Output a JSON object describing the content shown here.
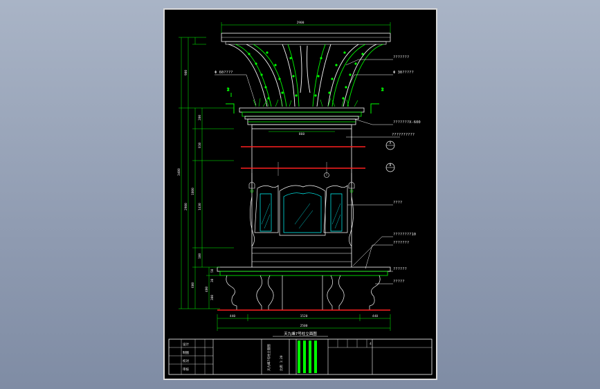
{
  "drawing": {
    "title": "天九峰7号柱立面图",
    "dimensions": {
      "top_width": "2900",
      "inner_width": "860",
      "base_left": "440",
      "base_center": "1520",
      "base_right": "440",
      "base_total": "2500",
      "left_total": "3400",
      "left_v1": "900",
      "left_v2": "2900",
      "left_v3": "400",
      "left_seg_a": "200",
      "left_seg_b": "810",
      "left_seg_c": "1800",
      "left_seg_d": "1430",
      "left_seg_e": "100",
      "left_seg_f": "600",
      "left_seg_g": "50",
      "left_seg_h": "30",
      "left_seg_i": "300"
    },
    "section_marks": [
      "2",
      "2"
    ],
    "axis_bubbles": [
      "A",
      "B"
    ],
    "annotations": [
      "Φ 60????",
      "Φ 30?????",
      "???????",
      "???????X-600",
      "??????????",
      "????",
      "????????10",
      "???????",
      "??????",
      "?????"
    ]
  },
  "title_block": {
    "col1": [
      "设计",
      "制图",
      "校对",
      "审核"
    ],
    "col2": "天九峰7号柱立面图",
    "col3": "比例 1:20",
    "right_mark": "4"
  },
  "colors": {
    "outline": "#ffffff",
    "structure": "#00ff00",
    "cyan": "#00ffff",
    "red": "#ff2020",
    "yellow": "#ffff00"
  }
}
